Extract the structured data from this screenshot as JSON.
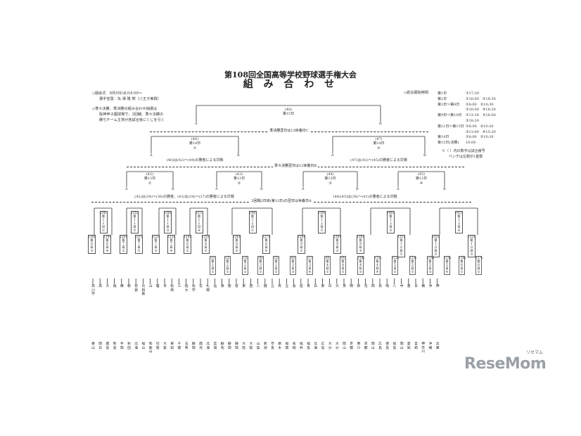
{
  "title": "第108回全国高等学校野球選手権大会",
  "subtitle": "組 み 合 わ せ",
  "notes_left": [
    "◇開会式　8月5日(水)16:00～",
    "選手宣誓：矢 澤 隆 樹（八王子実践）",
    "◇準々決勝、準決勝の組み合わせ抽選は",
    "阪神甲子園球場で、3回戦、準々決勝の",
    "勝ちチーム主将が各試合後にくじを引く"
  ],
  "notes_right_title": "◇試合開始時間",
  "schedule": [
    {
      "day": "第1日",
      "times": "①17:30"
    },
    {
      "day": "第2日",
      "times": "①16:00　②18:30"
    },
    {
      "day": "第3日～第8日",
      "times": "①8:00　②10:30"
    },
    {
      "day": "",
      "times": "③16:00　④18:30"
    },
    {
      "day": "第9日～第10日",
      "times": "①13:30　②16:00"
    },
    {
      "day": "",
      "times": "③18:30"
    },
    {
      "day": "第11日～第13日",
      "times": "①8:00　②10:30"
    },
    {
      "day": "",
      "times": "③13:00　④15:30"
    },
    {
      "day": "第14日",
      "times": "①8:00　②10:30"
    },
    {
      "day": "第15日(決勝)",
      "times": "10:00"
    }
  ],
  "schedule_note": [
    "※（ ）内の数字は試合番号",
    "ベンチは左側が1塁側"
  ],
  "final": {
    "num": "(48)",
    "day": "第15日"
  },
  "rest_12": "準決勝翌日は12休養日C",
  "semis": [
    {
      "num": "(46)",
      "day": "第14日",
      "slot": "①",
      "desc": "(46)は(42)～(44)の勝者による対戦"
    },
    {
      "num": "(47)",
      "day": "第14日",
      "slot": "②",
      "desc": "(47)は(42)～(45)の勝者による対戦"
    }
  ],
  "rest_11": "準々決勝翌日は12休養日B",
  "quarters": [
    {
      "num": "(42)",
      "day": "第13日",
      "slot": "①"
    },
    {
      "num": "(43)",
      "day": "第13日",
      "slot": "②"
    },
    {
      "num": "(44)",
      "day": "第13日",
      "slot": "③"
    },
    {
      "num": "(45)",
      "day": "第13日",
      "slot": "④"
    }
  ],
  "quarter_desc": [
    "(42)は(34)～(36)の勝者、(43)は(34)～(37)の勝者による対戦",
    "(44)(45)は(38)～(41)の勝者による対戦"
  ],
  "rest_3": "3回戦2日目(第12日)の翌日は休養日A",
  "r3": [
    {
      "num": "(34)",
      "day": "第11日",
      "slot": "①"
    },
    {
      "num": "(35)",
      "day": "第11日",
      "slot": "②"
    },
    {
      "num": "(36)",
      "day": "第11日",
      "slot": "③"
    },
    {
      "num": "(37)",
      "day": "第11日",
      "slot": "④"
    },
    {
      "num": "(38)",
      "day": "第12日",
      "slot": "①"
    },
    {
      "num": "(39)",
      "day": "第12日",
      "slot": "②"
    },
    {
      "num": "(40)",
      "day": "第12日",
      "slot": "③"
    },
    {
      "num": "(41)",
      "day": "第12日",
      "slot": "④"
    }
  ],
  "r2": [
    {
      "num": "(18)",
      "day": "第6日",
      "slot": "③"
    },
    {
      "num": "(19)",
      "day": "第6日",
      "slot": "④"
    },
    {
      "num": "(20)",
      "day": "第7日",
      "slot": "①"
    },
    {
      "num": "(21)",
      "day": "第7日",
      "slot": "②"
    },
    {
      "num": "(22)",
      "day": "第7日",
      "slot": "③"
    },
    {
      "num": "(23)",
      "day": "第7日",
      "slot": "④"
    },
    {
      "num": "(24)",
      "day": "第8日",
      "slot": "①"
    },
    {
      "num": "(25)",
      "day": "第8日",
      "slot": "②"
    },
    {
      "num": "(26)",
      "day": "第8日",
      "slot": "③"
    },
    {
      "num": "(27)",
      "day": "第8日",
      "slot": "④"
    },
    {
      "num": "(28)",
      "day": "第9日",
      "slot": "①"
    },
    {
      "num": "(29)",
      "day": "第9日",
      "slot": "②"
    },
    {
      "num": "(30)",
      "day": "第9日",
      "slot": "③"
    },
    {
      "num": "(31)",
      "day": "第10日",
      "slot": "①"
    },
    {
      "num": "(32)",
      "day": "第10日",
      "slot": "②"
    },
    {
      "num": "(33)",
      "day": "第10日",
      "slot": "③"
    }
  ],
  "r1": [
    {
      "num": "(1)",
      "day": "第1日",
      "slot": "①"
    },
    {
      "num": "(2)",
      "day": "第2日",
      "slot": "①"
    },
    {
      "num": "(3)",
      "day": "第2日",
      "slot": "②"
    },
    {
      "num": "(4)",
      "day": "第3日",
      "slot": "①"
    },
    {
      "num": "(5)",
      "day": "第3日",
      "slot": "②"
    },
    {
      "num": "(6)",
      "day": "第3日",
      "slot": "③"
    },
    {
      "num": "(7)",
      "day": "第3日",
      "slot": "④"
    },
    {
      "num": "(8)",
      "day": "第4日",
      "slot": "①"
    },
    {
      "num": "(9)",
      "day": "第4日",
      "slot": "②"
    },
    {
      "num": "(10)",
      "day": "第4日",
      "slot": "③"
    },
    {
      "num": "(11)",
      "day": "第4日",
      "slot": "④"
    },
    {
      "num": "(12)",
      "day": "第5日",
      "slot": "①"
    },
    {
      "num": "(13)",
      "day": "第5日",
      "slot": "②"
    },
    {
      "num": "(14)",
      "day": "第5日",
      "slot": "③"
    },
    {
      "num": "(15)",
      "day": "第5日",
      "slot": "④"
    },
    {
      "num": "(16)",
      "day": "第6日",
      "slot": "①"
    },
    {
      "num": "(17)",
      "day": "第6日",
      "slot": "②"
    }
  ],
  "teams": [
    {
      "school": "高川学",
      "pref": "香山"
    },
    {
      "school": "高",
      "pref": "岡日"
    },
    {
      "school": "大",
      "pref": "鹿島"
    },
    {
      "school": "福",
      "pref": "熊島"
    },
    {
      "school": "横",
      "pref": "手岡"
    },
    {
      "school": "教",
      "pref": "秋田"
    },
    {
      "school": "智賀",
      "pref": "北海"
    },
    {
      "school": "比和歌",
      "pref": "福山"
    },
    {
      "school": "山",
      "pref": "和歌山"
    },
    {
      "school": "履",
      "pref": "社阪"
    },
    {
      "school": "享",
      "pref": "大愛"
    },
    {
      "school": "松商",
      "pref": "東知"
    },
    {
      "school": "三",
      "pref": "千葉"
    },
    {
      "school": "拓大",
      "pref": "玉県"
    },
    {
      "school": "佐学",
      "pref": "静岡"
    },
    {
      "school": "花",
      "pref": "鹿児"
    },
    {
      "school": "札幌",
      "pref": "北海"
    },
    {
      "school": "仙",
      "pref": "宮城"
    },
    {
      "school": "東",
      "pref": "群馬"
    },
    {
      "school": "聖",
      "pref": "静岡"
    },
    {
      "school": "智",
      "pref": "静岡"
    },
    {
      "school": "東",
      "pref": "大阪"
    },
    {
      "school": "西",
      "pref": "大阪"
    },
    {
      "school": "八",
      "pref": "山梨"
    },
    {
      "school": "健",
      "pref": "新潟"
    },
    {
      "school": "立",
      "pref": "奈良"
    },
    {
      "school": "有",
      "pref": "栃木"
    },
    {
      "school": "立",
      "pref": "福岡"
    },
    {
      "school": "長",
      "pref": "長崎"
    },
    {
      "school": "遊",
      "pref": "福井"
    },
    {
      "school": "青",
      "pref": "福島"
    },
    {
      "school": "白",
      "pref": "北海"
    },
    {
      "school": "東",
      "pref": "広島"
    },
    {
      "school": "日",
      "pref": "大分"
    },
    {
      "school": "大",
      "pref": "大分"
    },
    {
      "school": "英",
      "pref": "岡山"
    },
    {
      "school": "明",
      "pref": "京都"
    },
    {
      "school": "新",
      "pref": "香川"
    },
    {
      "school": "花",
      "pref": "京都"
    },
    {
      "school": "岡",
      "pref": "岡山"
    },
    {
      "school": "鳥",
      "pref": "広島"
    },
    {
      "school": "鳴",
      "pref": "徳島"
    },
    {
      "school": "八",
      "pref": "福島"
    },
    {
      "school": "中",
      "pref": "岡山"
    },
    {
      "school": "豊",
      "pref": "愛知"
    },
    {
      "school": "日",
      "pref": "宮崎"
    },
    {
      "school": "横",
      "pref": "神奈川"
    },
    {
      "school": "沖",
      "pref": "沖縄"
    },
    {
      "school": "神",
      "pref": "兵庫"
    }
  ],
  "logo": {
    "top": "リセマム",
    "main": "ReseMom"
  }
}
